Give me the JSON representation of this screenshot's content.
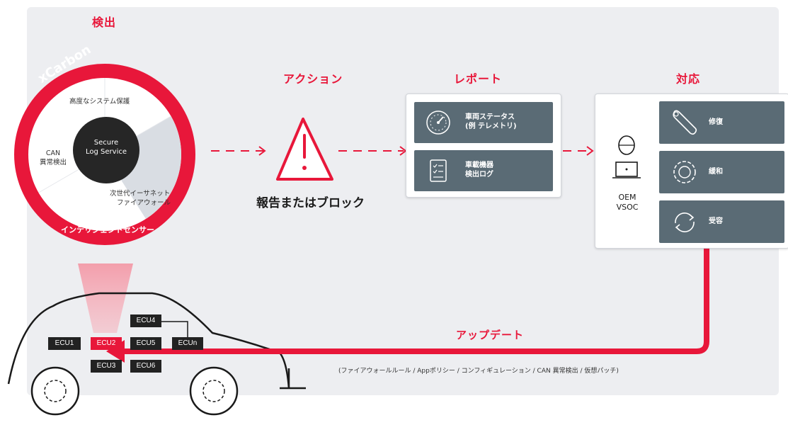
{
  "headings": {
    "detect": "検出",
    "action": "アクション",
    "report": "レポート",
    "respond": "対応",
    "update": "アップデート"
  },
  "ring": {
    "brand": "xCarbon",
    "bottom": "インテリジェントセンサー",
    "center_line1": "Secure",
    "center_line2": "Log Service",
    "seg_top": "高度なシステム保護",
    "seg_left_line1": "CAN",
    "seg_left_line2": "異常検出",
    "seg_right_line1": "次世代イーサネット",
    "seg_right_line2": "ファイアウォール"
  },
  "action": {
    "caption": "報告またはブロック"
  },
  "report": {
    "item1_line1": "車両ステータス",
    "item1_line2": "(例 テレメトリ)",
    "item2_line1": "車載機器",
    "item2_line2": "検出ログ"
  },
  "respond": {
    "oem_line1": "OEM",
    "oem_line2": "VSOC",
    "repair": "修復",
    "mitigate": "緩和",
    "accept": "受容"
  },
  "ecus": {
    "ecu1": "ECU1",
    "ecu2": "ECU2",
    "ecu3": "ECU3",
    "ecu4": "ECU4",
    "ecu5": "ECU5",
    "ecu6": "ECU6",
    "ecun": "ECUn"
  },
  "update_note": "(ファイアウォールルール / Appポリシー / コンフィギュレーション / CAN 異常検出 / 仮想パッチ)",
  "colors": {
    "accent": "#e8173a",
    "tile": "#5a6b75",
    "panel": "#edeef1",
    "dark": "#1a1a1a"
  }
}
